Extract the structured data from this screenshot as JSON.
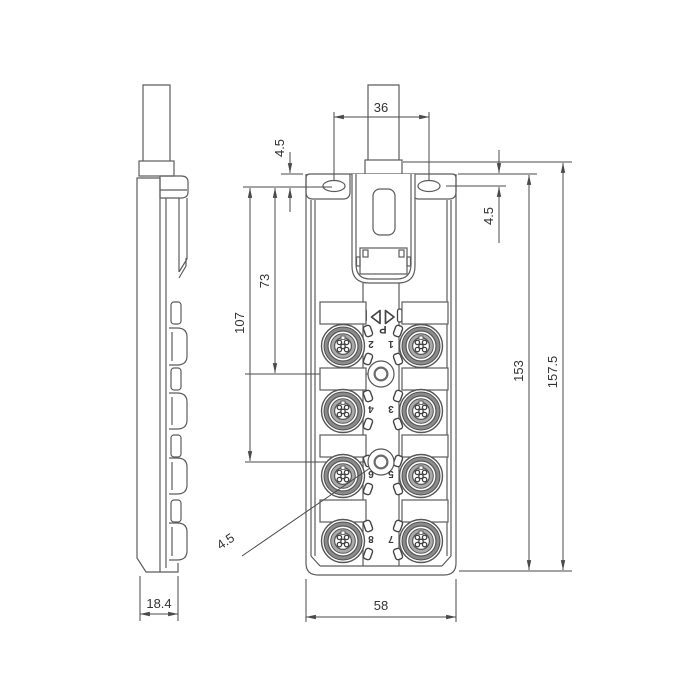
{
  "drawing": {
    "type": "technical-drawing-2-view",
    "dimensions": {
      "hole_spacing": "36",
      "mount_hole_offset_left": "4.5",
      "body_top_to_hole": "4.5",
      "hole_to_screw_1": "73",
      "hole_to_screw_2": "107",
      "body_height": "153",
      "total_height": "157.5",
      "center_screw_dia": "4.5",
      "body_width": "58",
      "body_depth": "18.4"
    },
    "labels": {
      "power": "P",
      "ports": [
        "1",
        "2",
        "3",
        "4",
        "5",
        "6",
        "7",
        "8"
      ]
    },
    "colors": {
      "line": "#5c5c5c",
      "dimension": "#4a4a4a",
      "text": "#333333",
      "background": "#ffffff",
      "ring_dark": "#7f7f7f",
      "ring_mid": "#a8a8a8"
    }
  }
}
